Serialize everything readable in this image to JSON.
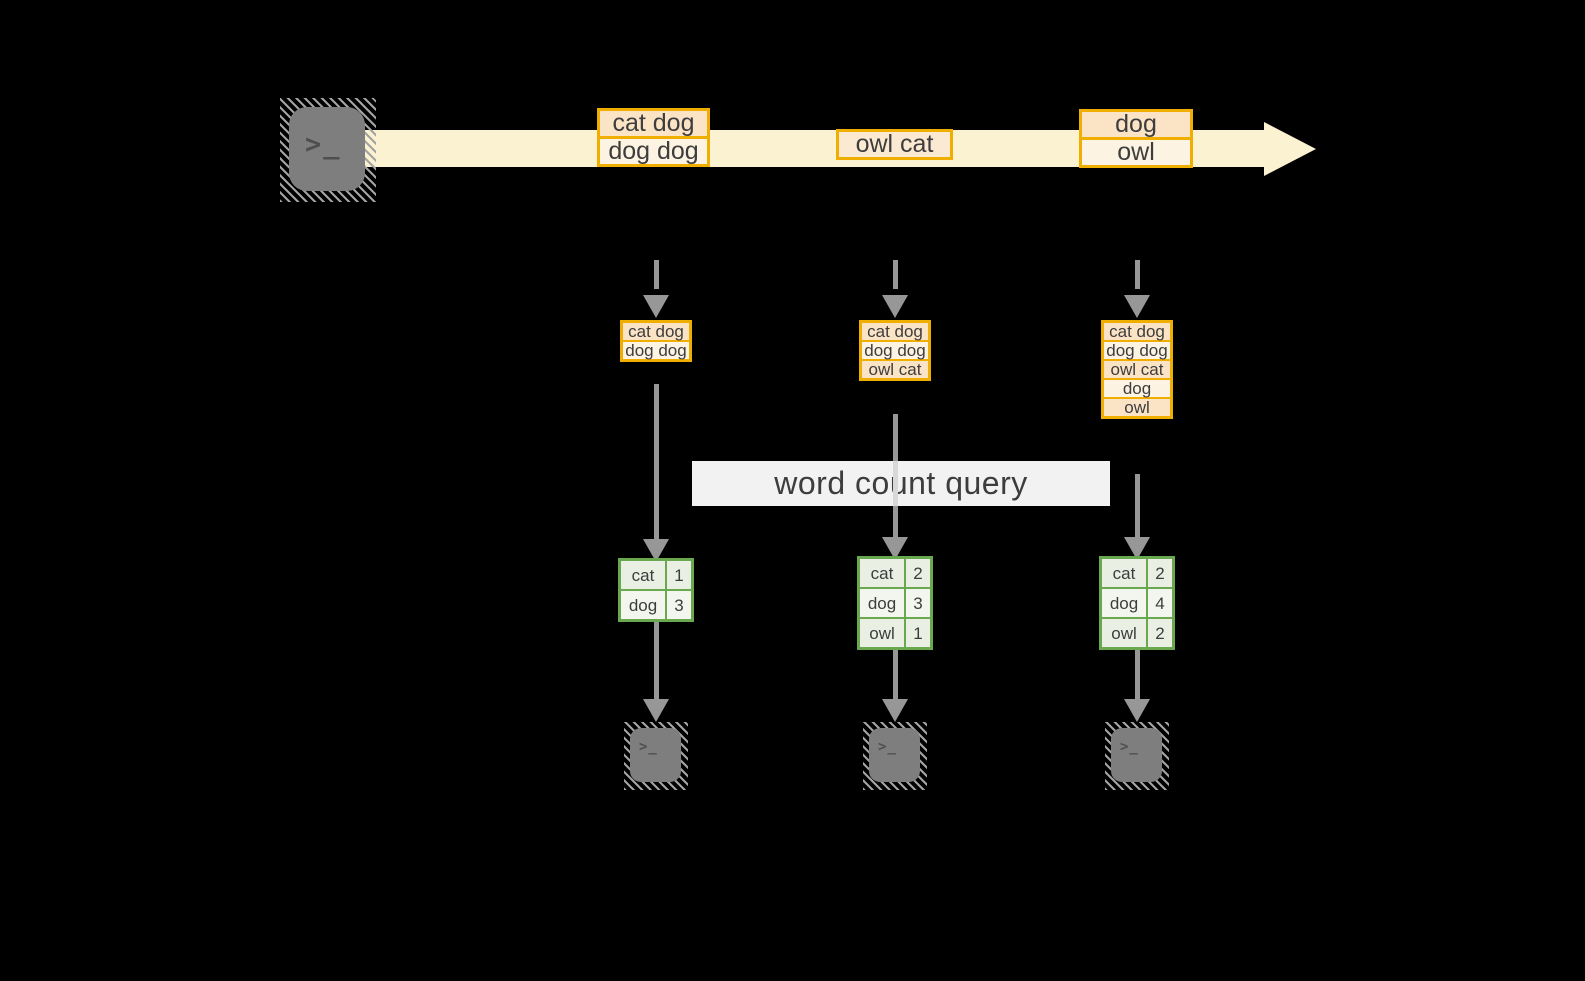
{
  "colors": {
    "gold": "#F0AE00",
    "peach": "#FBE3C6",
    "cream": "#FDF3E2",
    "peach_mid": "#FBE9D1",
    "stream_fill": "#FAF2D1",
    "green_border": "#6AA84F",
    "green_cell_a": "#E9EFE3",
    "green_cell_b": "#F3F6EF",
    "connector_gray": "#979797",
    "terminal_gray": "#7E7E7E",
    "hatch_gray": "#A3A3A3",
    "glyph_gray": "#4E4E4E",
    "text_dark": "#3D3D3D"
  },
  "stream": {
    "source": {
      "icon": "terminal-icon",
      "glyph": ">_"
    },
    "batches": [
      {
        "rows": [
          "cat dog",
          "dog dog"
        ]
      },
      {
        "rows": [
          "owl cat"
        ]
      },
      {
        "rows": [
          "dog",
          "owl"
        ]
      }
    ]
  },
  "query_label": "word count query",
  "states": [
    {
      "rows": [
        "cat dog",
        "dog dog"
      ]
    },
    {
      "rows": [
        "cat dog",
        "dog dog",
        "owl cat"
      ]
    },
    {
      "rows": [
        "cat dog",
        "dog dog",
        "owl cat",
        "dog",
        "owl"
      ]
    }
  ],
  "count_tables": [
    {
      "rows": [
        {
          "word": "cat",
          "count": "1"
        },
        {
          "word": "dog",
          "count": "3"
        }
      ]
    },
    {
      "rows": [
        {
          "word": "cat",
          "count": "2"
        },
        {
          "word": "dog",
          "count": "3"
        },
        {
          "word": "owl",
          "count": "1"
        }
      ]
    },
    {
      "rows": [
        {
          "word": "cat",
          "count": "2"
        },
        {
          "word": "dog",
          "count": "4"
        },
        {
          "word": "owl",
          "count": "2"
        }
      ]
    }
  ],
  "sinks": [
    {
      "icon": "terminal-icon",
      "glyph": ">_"
    },
    {
      "icon": "terminal-icon",
      "glyph": ">_"
    },
    {
      "icon": "terminal-icon",
      "glyph": ">_"
    }
  ]
}
